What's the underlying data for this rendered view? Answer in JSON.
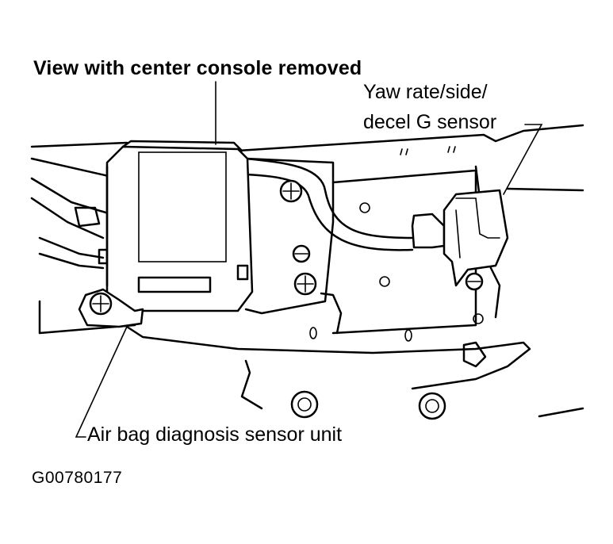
{
  "labels": {
    "title": "View with center console removed",
    "yaw_sensor_line1": "Yaw rate/side/",
    "yaw_sensor_line2": "decel G sensor",
    "airbag_unit": "Air bag diagnosis sensor unit",
    "figure_id": "G00780177"
  },
  "colors": {
    "line": "#000000",
    "background": "#ffffff"
  }
}
